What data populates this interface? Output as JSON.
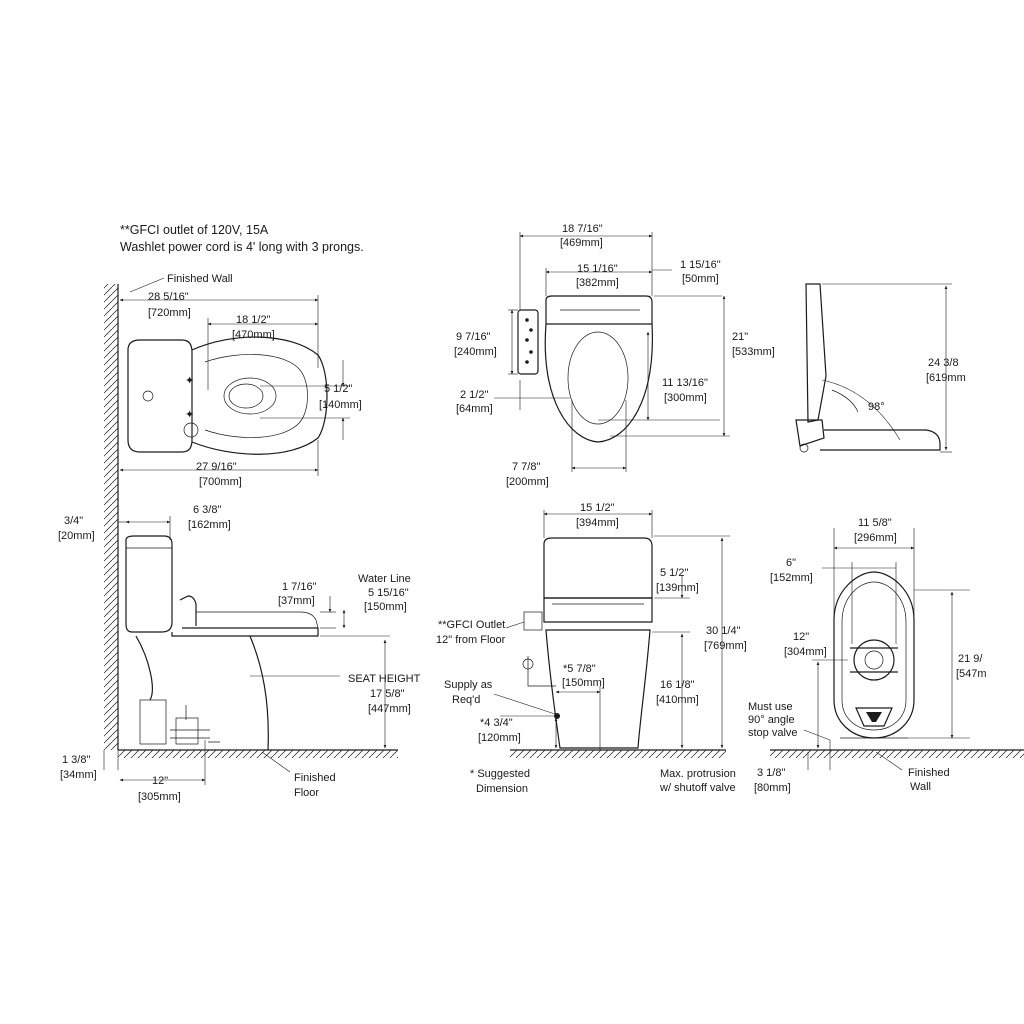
{
  "notes": {
    "gfci": "**GFCI outlet of 120V, 15A",
    "cord": "Washlet power cord is 4' long with 3 prongs.",
    "finished_wall": "Finished Wall",
    "finished_floor_1": "Finished",
    "finished_floor_2": "Floor",
    "water_line": "Water Line",
    "seat_height": "SEAT HEIGHT",
    "gfci_outlet_1": "**GFCI Outlet",
    "gfci_outlet_2": "12\" from Floor",
    "supply_1": "Supply as",
    "supply_2": "Req'd",
    "suggested_1": "* Suggested",
    "suggested_2": "Dimension",
    "max_protrusion_1": "Max. protrusion",
    "max_protrusion_2": "w/ shutoff valve",
    "must_use_1": "Must use",
    "must_use_2": "90° angle",
    "must_use_3": "stop valve",
    "finished_wall2_1": "Finished",
    "finished_wall2_2": "Wall",
    "angle": "98°"
  },
  "dims": {
    "top_28": [
      "28 5/16\"",
      "[720mm]"
    ],
    "top_18": [
      "18 1/2\"",
      "[470mm]"
    ],
    "top_5": [
      "5 1/2\"",
      "[140mm]"
    ],
    "top_27": [
      "27 9/16\"",
      "[700mm]"
    ],
    "seat_18": [
      "18 7/16\"",
      "[469mm]"
    ],
    "seat_15": [
      "15 1/16\"",
      "[382mm]"
    ],
    "seat_1": [
      "1 15/16\"",
      "[50mm]"
    ],
    "seat_9": [
      "9 7/16\"",
      "[240mm]"
    ],
    "seat_2": [
      "2 1/2\"",
      "[64mm]"
    ],
    "seat_21": [
      "21\"",
      "[533mm]"
    ],
    "seat_11": [
      "11 13/16\"",
      "[300mm]"
    ],
    "seat_7": [
      "7 7/8\"",
      "[200mm]"
    ],
    "seat_24": [
      "24 3/8",
      "[619mm"
    ],
    "side_34": [
      "3/4\"",
      "[20mm]"
    ],
    "side_6": [
      "6 3/8\"",
      "[162mm]"
    ],
    "side_1_7": [
      "1 7/16\"",
      "[37mm]"
    ],
    "side_5_15": [
      "5 15/16\"",
      "[150mm]"
    ],
    "side_17": [
      "17 5/8\"",
      "[447mm]"
    ],
    "side_1_3": [
      "1 3/8\"",
      "[34mm]"
    ],
    "side_12": [
      "12\"",
      "[305mm]"
    ],
    "front_15": [
      "15 1/2\"",
      "[394mm]"
    ],
    "front_5": [
      "5 1/2\"",
      "[139mm]"
    ],
    "front_30": [
      "30 1/4\"",
      "[769mm]"
    ],
    "front_5_7": [
      "*5 7/8\"",
      "[150mm]"
    ],
    "front_16": [
      "16 1/8\"",
      "[410mm]"
    ],
    "front_4": [
      "*4 3/4\"",
      "[120mm]"
    ],
    "back_11": [
      "11 5/8\"",
      "[296mm]"
    ],
    "back_6": [
      "6\"",
      "[152mm]"
    ],
    "back_12": [
      "12\"",
      "[304mm]"
    ],
    "back_21": [
      "21 9/",
      "[547m"
    ],
    "back_3": [
      "3 1/8\"",
      "[80mm]"
    ]
  }
}
